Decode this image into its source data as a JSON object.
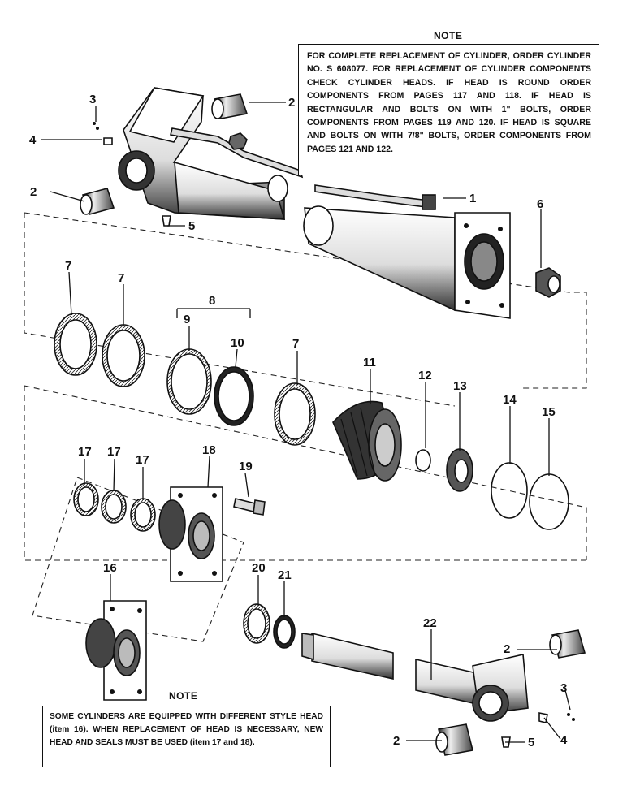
{
  "note_top": {
    "title": "NOTE",
    "text": "FOR COMPLETE REPLACEMENT OF CYLINDER, ORDER CYLINDER NO. S 608077. FOR REPLACEMENT OF CYLINDER COMPONENTS CHECK CYLINDER HEADS. IF HEAD IS ROUND ORDER COMPONENTS FROM PAGES 117 AND 118. IF HEAD IS RECTANGULAR AND BOLTS ON WITH 1\" BOLTS, ORDER COMPONENTS FROM PAGES 119 AND 120. IF HEAD IS SQUARE AND BOLTS ON WITH 7/8\" BOLTS, ORDER COMPONENTS FROM PAGES 121 AND 122."
  },
  "note_bottom": {
    "title": "NOTE",
    "text": "SOME CYLINDERS ARE EQUIPPED WITH DIFFERENT STYLE HEAD (item 16). WHEN REPLACEMENT OF HEAD IS NECESSARY, NEW HEAD AND SEALS MUST BE USED (item 17 and 18)."
  },
  "callouts": {
    "c1": "1",
    "c2a": "2",
    "c2b": "2",
    "c2c": "2",
    "c2d": "2",
    "c3a": "3",
    "c3b": "3",
    "c4a": "4",
    "c4b": "4",
    "c5a": "5",
    "c5b": "5",
    "c6": "6",
    "c7a": "7",
    "c7b": "7",
    "c7c": "7",
    "c8": "8",
    "c9": "9",
    "c10": "10",
    "c11": "11",
    "c12": "12",
    "c13": "13",
    "c14": "14",
    "c15": "15",
    "c16": "16",
    "c17a": "17",
    "c17b": "17",
    "c17c": "17",
    "c18": "18",
    "c19": "19",
    "c20": "20",
    "c21": "21",
    "c22": "22"
  }
}
